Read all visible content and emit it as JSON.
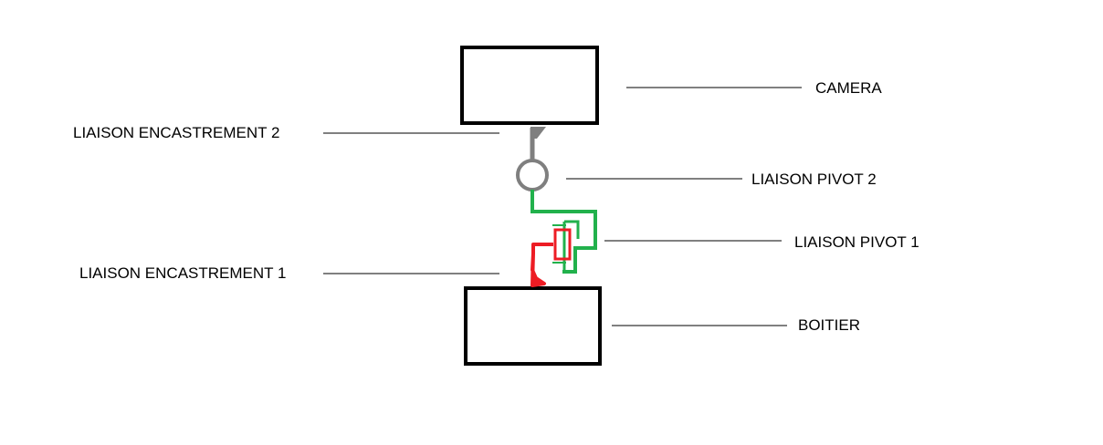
{
  "diagram": {
    "labels": {
      "camera": "CAMERA",
      "liaison_encastrement_2": "LIAISON ENCASTREMENT 2",
      "liaison_pivot_2": "LIAISON PIVOT 2",
      "liaison_pivot_1": "LIAISON PIVOT 1",
      "liaison_encastrement_1": "LIAISON ENCASTREMENT 1",
      "boitier": "BOITIER"
    },
    "colors": {
      "outline": "#000000",
      "encastrement_2": "#7f7f7f",
      "pivot_2": "#7f7f7f",
      "linkage_green": "#22b14c",
      "encastrement_1": "#ed1c24",
      "leader_line": "#000000"
    }
  }
}
